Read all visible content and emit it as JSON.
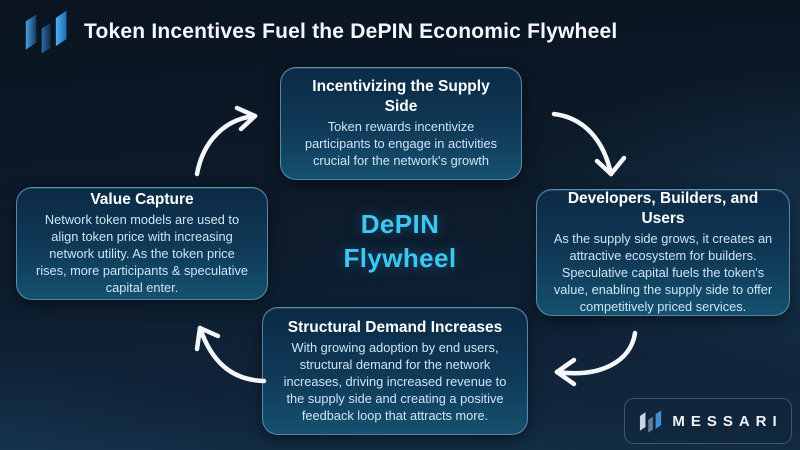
{
  "header": {
    "title": "Token Incentives Fuel the DePIN Economic Flywheel",
    "logo": "messari-logo-mark"
  },
  "center": {
    "title_line1": "DePIN",
    "title_line2": "Flywheel"
  },
  "nodes": [
    {
      "position": "top",
      "title": "Incentivizing the Supply Side",
      "body": "Token rewards incentivize participants to engage in activities crucial for the network's growth"
    },
    {
      "position": "right",
      "title": "Developers, Builders, and Users",
      "body": "As the supply side grows, it creates an attractive ecosystem for builders. Speculative capital fuels the token's value, enabling the supply side to offer competitively priced services."
    },
    {
      "position": "bottom",
      "title": "Structural Demand Increases",
      "body": "With growing adoption by end users, structural demand for the network increases, driving increased revenue to the supply side and creating a positive feedback loop that attracts more."
    },
    {
      "position": "left",
      "title": "Value Capture",
      "body": "Network token models are used to align token price with increasing network utility. As the token price rises, more participants & speculative capital enter."
    }
  ],
  "arrows": [
    {
      "name": "arrow-left-to-top",
      "direction": "clockwise"
    },
    {
      "name": "arrow-top-to-right",
      "direction": "clockwise"
    },
    {
      "name": "arrow-right-to-bottom",
      "direction": "clockwise"
    },
    {
      "name": "arrow-bottom-to-left",
      "direction": "clockwise"
    }
  ],
  "footer": {
    "brand": "MESSARI",
    "logo": "messari-logo-mark"
  },
  "colors": {
    "background_dark": "#0a1420",
    "background_glow": "#286e9b",
    "box_fill_top": "#0b2a45",
    "box_fill_bottom": "#15516f",
    "box_border": "#7db2d6",
    "accent_cyan": "#3cc7f5",
    "title_white": "#ffffff",
    "body_text": "#cfe4f5",
    "logo_blue_bright": "#4ab1f0",
    "logo_blue_dark": "#1c4f7e"
  }
}
